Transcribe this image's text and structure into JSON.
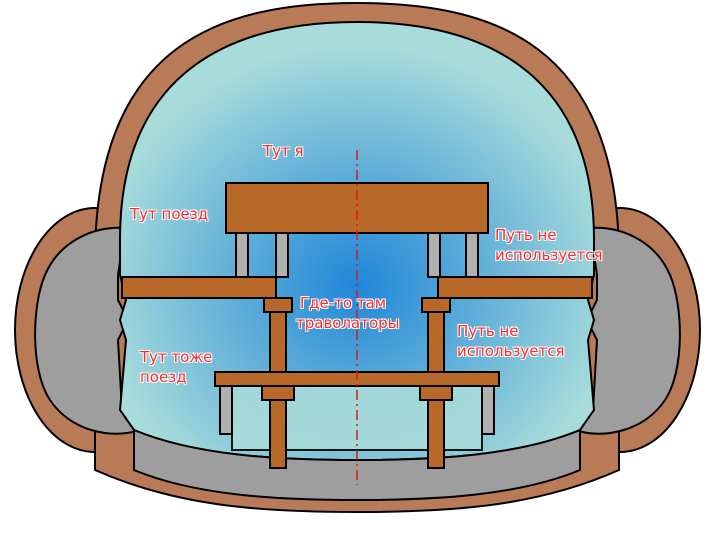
{
  "labels": {
    "me": "Тут я",
    "train_upper": "Тут поезд",
    "unused_upper_line1": "Путь не",
    "unused_upper_line2": "используется",
    "travolators_line1": "Где-то там",
    "travolators_line2": "траволаторы",
    "unused_lower_line1": "Путь не",
    "unused_lower_line2": "используется",
    "train_lower_line1": "Тут тоже",
    "train_lower_line2": "поезд"
  },
  "colors": {
    "shell": "#b97a57",
    "shell_outline": "#000000",
    "side_fill": "#9e9e9e",
    "sky_center": "#1f86d8",
    "sky_edge": "#a8dcda",
    "beam": "#b8692a",
    "post": "#b0b0b0",
    "axis": "#d91a1a",
    "label": "#ff2b2b"
  }
}
